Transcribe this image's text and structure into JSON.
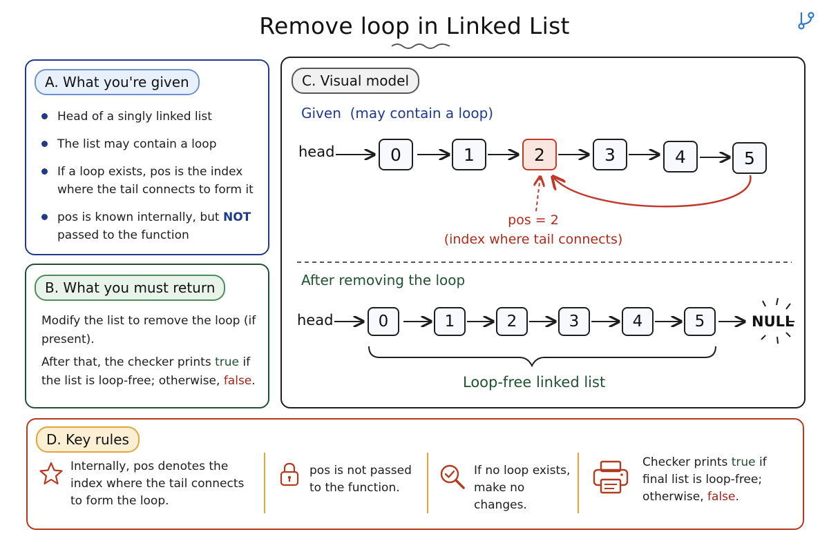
{
  "title": "Remove loop in Linked List",
  "panel_a": {
    "tag": "A. What you're given",
    "bullets": [
      "Head of a singly linked list",
      "The list may contain a loop",
      "If a loop exists, pos is the index where the tail connects to form it"
    ],
    "bullet4_before": "pos is known internally, but ",
    "bullet4_kw": "NOT",
    "bullet4_after": " passed to the function"
  },
  "panel_b": {
    "tag": "B. What you must return",
    "line1": "Modify the list to remove the loop (if present).",
    "line2_before": "After that, the checker prints ",
    "line2_true": "true",
    "line2_mid": " if the list is loop-free; otherwise, ",
    "line2_false": "false",
    "line2_end": "."
  },
  "panel_c": {
    "tag": "C. Visual model",
    "given_label": "Given",
    "given_note": "(may contain a loop)",
    "head_label": "head",
    "given_nodes": [
      "0",
      "1",
      "2",
      "3",
      "4",
      "5"
    ],
    "loop_index": 2,
    "pos_label": "pos = 2",
    "pos_note": "(index where tail connects)",
    "after_label": "After removing the loop",
    "after_nodes": [
      "0",
      "1",
      "2",
      "3",
      "4",
      "5"
    ],
    "null_label": "NULL",
    "brace_label": "Loop-free linked list"
  },
  "panel_d": {
    "tag": "D. Key rules",
    "rule1": "Internally, pos denotes the index where the tail connects to form the loop.",
    "rule2": "pos is not passed to the function.",
    "rule3": "If no loop exists, make no changes.",
    "rule4_before": "Checker prints ",
    "rule4_true": "true",
    "rule4_mid": " if final list is loop-free; otherwise, ",
    "rule4_false": "false",
    "rule4_end": "."
  },
  "icons": {
    "corner": "branch-icon",
    "bullet": "bullet-dot-icon",
    "rule1": "star-icon",
    "rule2": "lock-icon",
    "rule3": "magnifier-check-icon",
    "rule4": "printer-icon"
  },
  "colors": {
    "blue": "#1f3a8a",
    "green": "#1f5132",
    "red": "#c0392b",
    "orange": "#e0a53a",
    "rules_border": "#b33a1f"
  }
}
